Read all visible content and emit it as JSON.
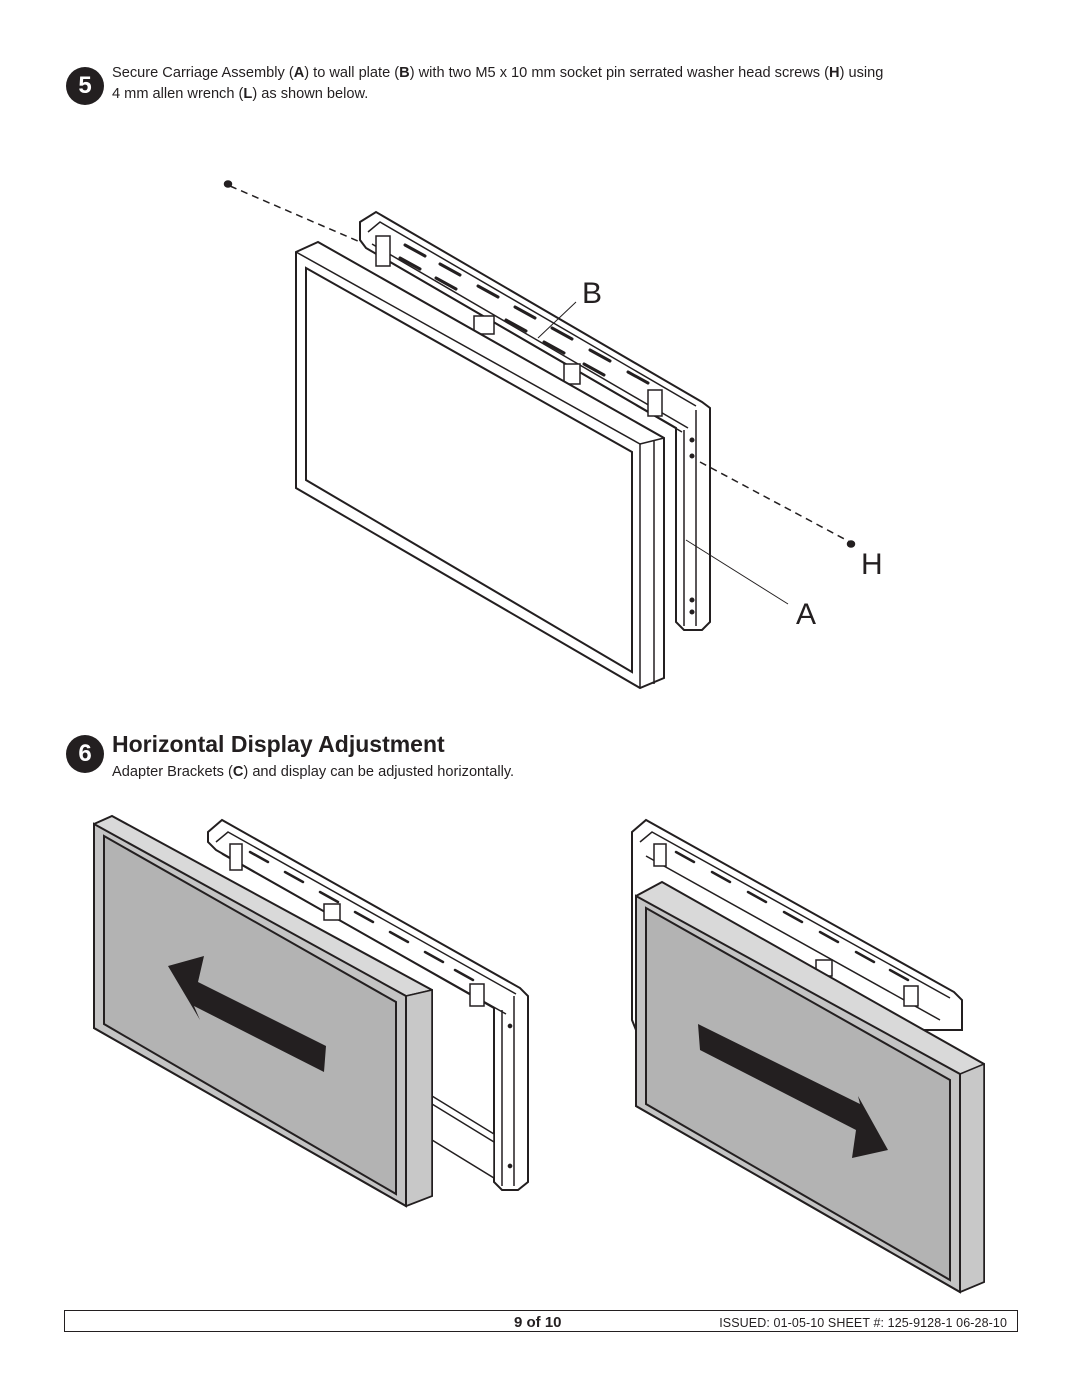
{
  "step5": {
    "number": "5",
    "line1_pre": "Secure Carriage Assembly (",
    "line1_a": "A",
    "line1_mid1": ") to wall plate (",
    "line1_b": "B",
    "line1_mid2": ") with two M5 x 10 mm socket pin serrated washer head screws (",
    "line1_h": "H",
    "line1_post": ") using",
    "line2_pre": "4 mm allen wrench (",
    "line2_l": "L",
    "line2_post": ") as shown below."
  },
  "figure1": {
    "callout_b": "B",
    "callout_h": "H",
    "callout_a": "A"
  },
  "step6": {
    "number": "6",
    "title": "Horizontal Display Adjustment",
    "desc_pre": "Adapter Brackets (",
    "desc_c": "C",
    "desc_post": ") and display can be adjusted horizontally."
  },
  "figure2": {
    "left_arrow_direction": "left",
    "right_arrow_direction": "right",
    "screen_color": "#b3b3b3"
  },
  "footer": {
    "page": "9 of 10",
    "issued": "ISSUED: 01-05-10   SHEET #: 125-9128-1 06-28-10"
  }
}
